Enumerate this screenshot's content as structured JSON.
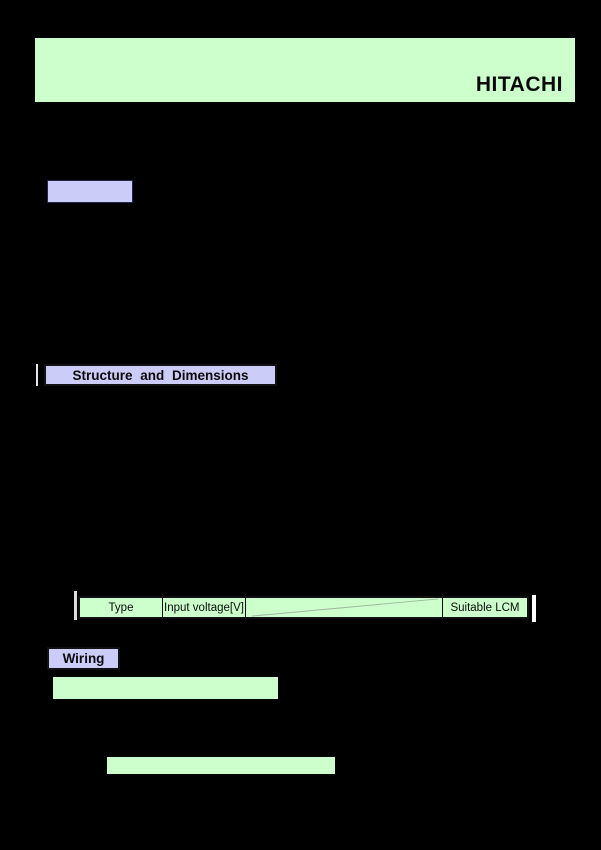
{
  "theme": {
    "page-bg": "#000000",
    "green": "#ccffcc",
    "lavender": "#ccccf8",
    "ink": "#0a0a0a",
    "box-border": "#111111",
    "empty-box-border": "#26264a",
    "diag-line": "#9fb49f",
    "sliver": "#e6e6e6"
  },
  "header": {
    "brand": "HITACHI"
  },
  "sections": {
    "structure": {
      "label": "Structure and Dimensions"
    },
    "wiring": {
      "label": "Wiring"
    }
  },
  "table": {
    "columns": [
      "Type",
      "Input voltage[V]",
      "",
      "Suitable LCM"
    ],
    "diagonal_cell_index": 2
  }
}
